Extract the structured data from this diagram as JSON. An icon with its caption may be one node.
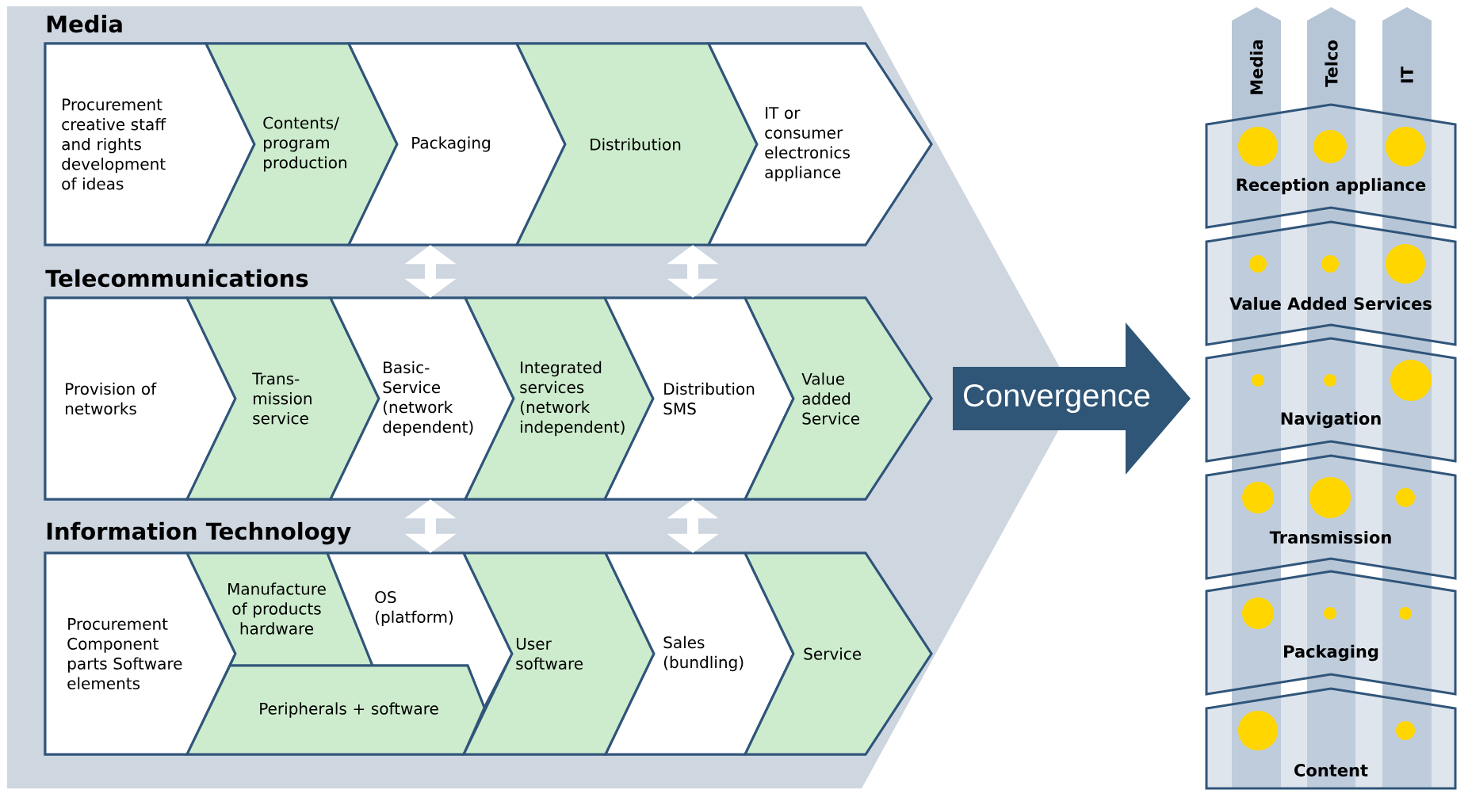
{
  "diagram": {
    "nodes": [
      {
        "text": [
          "Media"
        ]
      },
      {
        "text": [
          "Procurement creative staff and rights development of ideas"
        ],
        "in": 0
      },
      {
        "text": [
          "Contents/ program production"
        ],
        "in": 0
      },
      {
        "text": [
          "Packaging"
        ],
        "in": 0
      },
      {
        "text": [
          "Distribution"
        ],
        "in": 0
      },
      {
        "text": [
          "IT or consumer electronics appliance"
        ],
        "in": 0
      },
      {
        "text": [
          "Telecommunications"
        ]
      },
      {
        "text": [
          "Provision of networks"
        ],
        "in": 6
      },
      {
        "text": [
          "Trans- mission service"
        ],
        "in": 6
      },
      {
        "text": [
          "Basic- Service (network dependent)"
        ],
        "in": 6
      },
      {
        "text": [
          "Integrated services (network independent)"
        ],
        "in": 6
      },
      {
        "text": [
          "Distribution SMS"
        ],
        "in": 6
      },
      {
        "text": [
          "Value added Service"
        ],
        "in": 6
      },
      {
        "text": [
          "Information Technology"
        ]
      },
      {
        "text": [
          "Procurement Component parts Software elements"
        ],
        "in": 13
      },
      {
        "text": [
          "Manufacture of products hardware"
        ],
        "in": 13
      },
      {
        "text": [
          "OS (platform)"
        ],
        "in": 13
      },
      {
        "text": [
          "Peripherals + software"
        ],
        "in": 13
      },
      {
        "text": [
          "User software"
        ],
        "in": 13
      },
      {
        "text": [
          "Sales (bundling)"
        ],
        "in": 13
      },
      {
        "text": [
          "Service"
        ],
        "in": 13
      },
      {
        "text": [
          "Convergence"
        ]
      },
      {
        "text": [
          "Media"
        ]
      },
      {
        "text": [
          "Telco"
        ]
      },
      {
        "text": [
          "IT"
        ]
      },
      {
        "text": [
          "Reception appliance"
        ]
      },
      {
        "text": [
          "Value Added Services"
        ]
      },
      {
        "text": [
          "Navigation"
        ]
      },
      {
        "text": [
          "Transmission"
        ]
      },
      {
        "text": [
          "Packaging"
        ]
      },
      {
        "text": [
          "Content"
        ]
      }
    ],
    "edges": [
      {
        "from": 0,
        "to": 6,
        "arrow": "both"
      },
      {
        "from": 0,
        "to": 6,
        "arrow": "both"
      },
      {
        "from": 6,
        "to": 13,
        "arrow": "both"
      },
      {
        "from": 6,
        "to": 13,
        "arrow": "both"
      }
    ]
  }
}
